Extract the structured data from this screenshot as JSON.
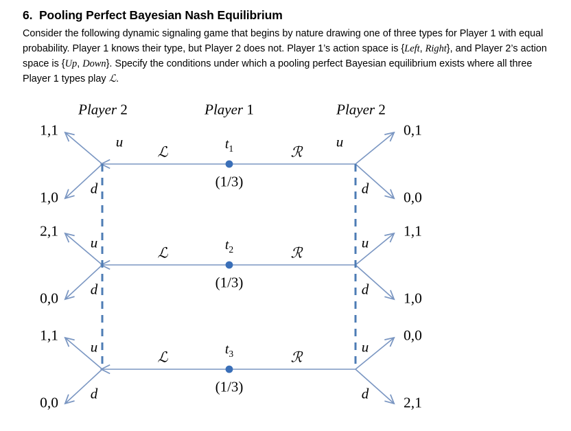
{
  "question": {
    "number": "6.",
    "title": "Pooling Perfect Bayesian Nash Equilibrium",
    "body_part1": "Consider the following dynamic signaling game that begins by nature drawing one of three types for Player 1 with equal probability. Player 1 knows their type, but Player 2 does not. Player 1’s action space is {",
    "action_space_p1_a": "Left",
    "action_space_sep": ", ",
    "action_space_p1_b": "Right",
    "body_part2": "}, and Player 2’s action space is {",
    "action_space_p2_a": "Up",
    "action_space_p2_b": "Down",
    "body_part3": "}. Specify the conditions under which a pooling perfect Bayesian equilibrium exists where all three Player 1 types play ",
    "pooling_action": "ℒ",
    "body_part4": "."
  },
  "diagram": {
    "headers": [
      {
        "name": "Player",
        "number": "2"
      },
      {
        "name": "Player",
        "number": "1"
      },
      {
        "name": "Player",
        "number": "2"
      }
    ],
    "colors": {
      "line": "#7a96c2",
      "dashed": "#4d7cb5",
      "node_dot": "#3a6fb8"
    },
    "message_left": "ℒ",
    "message_right": "ℛ",
    "action_up": "u",
    "action_down": "d",
    "rows": [
      {
        "type_label": "t",
        "type_index": "1",
        "probability": "(1/3)",
        "left_up_payoff": "1,1",
        "left_down_payoff": "1,0",
        "right_up_payoff": "0,1",
        "right_down_payoff": "0,0"
      },
      {
        "type_label": "t",
        "type_index": "2",
        "probability": "(1/3)",
        "left_up_payoff": "2,1",
        "left_down_payoff": "0,0",
        "right_up_payoff": "1,1",
        "right_down_payoff": "1,0"
      },
      {
        "type_label": "t",
        "type_index": "3",
        "probability": "(1/3)",
        "left_up_payoff": "1,1",
        "left_down_payoff": "0,0",
        "right_up_payoff": "0,0",
        "right_down_payoff": "2,1"
      }
    ]
  }
}
